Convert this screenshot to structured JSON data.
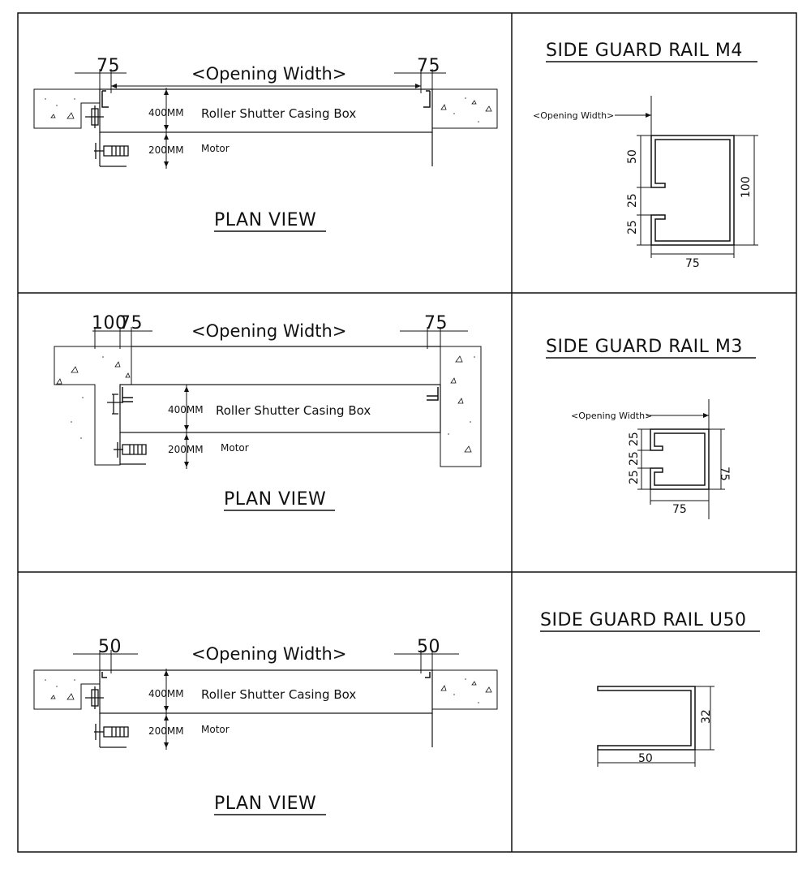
{
  "colors": {
    "line": "#111111",
    "background": "#ffffff",
    "concrete_speckle": "#666666"
  },
  "plan_views": [
    {
      "title": "PLAN VIEW",
      "opening_label": "<Opening Width>",
      "left_rail_dim": "75",
      "right_rail_dim": "75",
      "casing_label": "Roller Shutter Casing Box",
      "casing_depth": "400MM",
      "motor_label": "Motor",
      "motor_depth": "200MM"
    },
    {
      "title": "PLAN VIEW",
      "opening_label": "<Opening Width>",
      "left_return_dim": "100",
      "left_rail_dim": "75",
      "right_rail_dim": "75",
      "casing_label": "Roller Shutter Casing Box",
      "casing_depth": "400MM",
      "motor_label": "Motor",
      "motor_depth": "200MM"
    },
    {
      "title": "PLAN VIEW",
      "opening_label": "<Opening Width>",
      "left_rail_dim": "50",
      "right_rail_dim": "50",
      "casing_label": "Roller Shutter Casing Box",
      "casing_depth": "400MM",
      "motor_label": "Motor",
      "motor_depth": "200MM"
    }
  ],
  "rails": [
    {
      "title": "SIDE GUARD RAIL M4",
      "opening_label": "<Opening Width>",
      "dims": {
        "top_lip": "50",
        "slot": "25",
        "bottom_lip": "25",
        "height": "100",
        "width": "75"
      }
    },
    {
      "title": "SIDE GUARD RAIL M3",
      "opening_label": "<Opening Width>",
      "dims": {
        "top_lip": "25",
        "slot": "25",
        "bottom_lip": "25",
        "height": "75",
        "width": "75"
      }
    },
    {
      "title": "SIDE GUARD RAIL U50",
      "dims": {
        "height": "32",
        "width": "50"
      }
    }
  ]
}
